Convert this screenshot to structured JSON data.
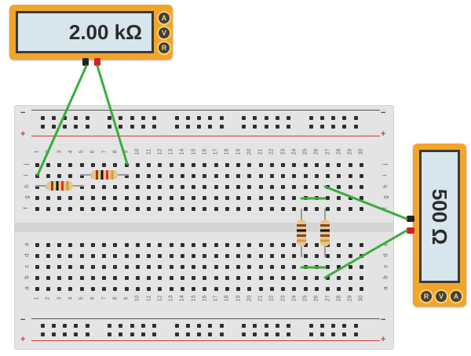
{
  "colors": {
    "meter_body": "#f2a52a",
    "meter_screen": "#d7e5ec",
    "wire": "#3aac3a",
    "rail_red": "#d33b3b",
    "rail_dark": "#555555"
  },
  "meter_top": {
    "reading": "2.00 kΩ",
    "buttons": [
      "A",
      "V",
      "R"
    ],
    "selected_mode": "R"
  },
  "meter_right": {
    "reading": "500 Ω",
    "buttons": [
      "R",
      "V",
      "A"
    ],
    "selected_mode": "R"
  },
  "breadboard": {
    "rail_symbols": {
      "minus": "−",
      "plus": "+"
    },
    "column_numbers": [
      "1",
      "2",
      "3",
      "4",
      "5",
      "6",
      "7",
      "8",
      "9",
      "10",
      "11",
      "12",
      "13",
      "14",
      "15",
      "16",
      "17",
      "18",
      "19",
      "20",
      "21",
      "22",
      "23",
      "24",
      "25",
      "26",
      "27",
      "28",
      "29",
      "30"
    ],
    "rows_top": [
      "j",
      "i",
      "h",
      "g",
      "f"
    ],
    "rows_bottom": [
      "e",
      "d",
      "c",
      "b",
      "a"
    ]
  },
  "components": [
    {
      "name": "resistor-1",
      "bands": [
        "#8b4513",
        "#111111",
        "#e03020",
        "#c8a040"
      ]
    },
    {
      "name": "resistor-2",
      "bands": [
        "#8b4513",
        "#111111",
        "#e03020",
        "#c8a040"
      ]
    },
    {
      "name": "resistor-3",
      "bands": [
        "#8b4513",
        "#111111",
        "#8b4513",
        "#c8a040"
      ]
    },
    {
      "name": "resistor-4",
      "bands": [
        "#8b4513",
        "#111111",
        "#8b4513",
        "#c8a040"
      ]
    }
  ]
}
